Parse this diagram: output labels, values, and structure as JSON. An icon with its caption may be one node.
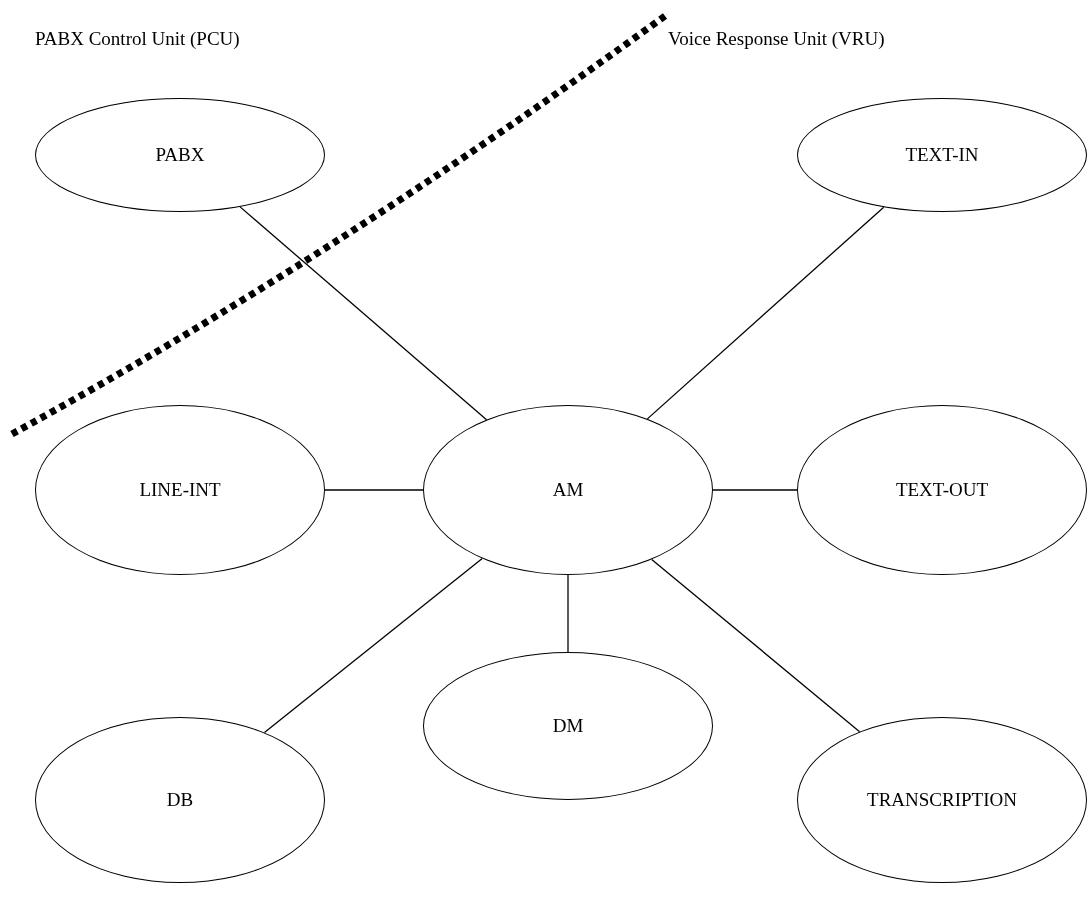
{
  "diagram": {
    "nodes": [
      {
        "text": [
          "PABX"
        ]
      },
      {
        "text": [
          "TEXT-IN"
        ]
      },
      {
        "text": [
          "LINE-INT"
        ]
      },
      {
        "text": [
          "AM"
        ]
      },
      {
        "text": [
          "TEXT-OUT"
        ]
      },
      {
        "text": [
          "DM"
        ]
      },
      {
        "text": [
          "DB"
        ]
      },
      {
        "text": [
          "TRANSCRIPTION"
        ]
      }
    ],
    "edges": [
      {
        "from": 3,
        "to": 0,
        "arrow": "none"
      },
      {
        "from": 3,
        "to": 1,
        "arrow": "none"
      },
      {
        "from": 3,
        "to": 2,
        "arrow": "none"
      },
      {
        "from": 3,
        "to": 4,
        "arrow": "none"
      },
      {
        "from": 3,
        "to": 5,
        "arrow": "none"
      },
      {
        "from": 3,
        "to": 6,
        "arrow": "none"
      },
      {
        "from": 3,
        "to": 7,
        "arrow": "none"
      }
    ],
    "labels": [
      "PABX Control Unit (PCU)",
      "Voice Response Unit (VRU)"
    ]
  }
}
